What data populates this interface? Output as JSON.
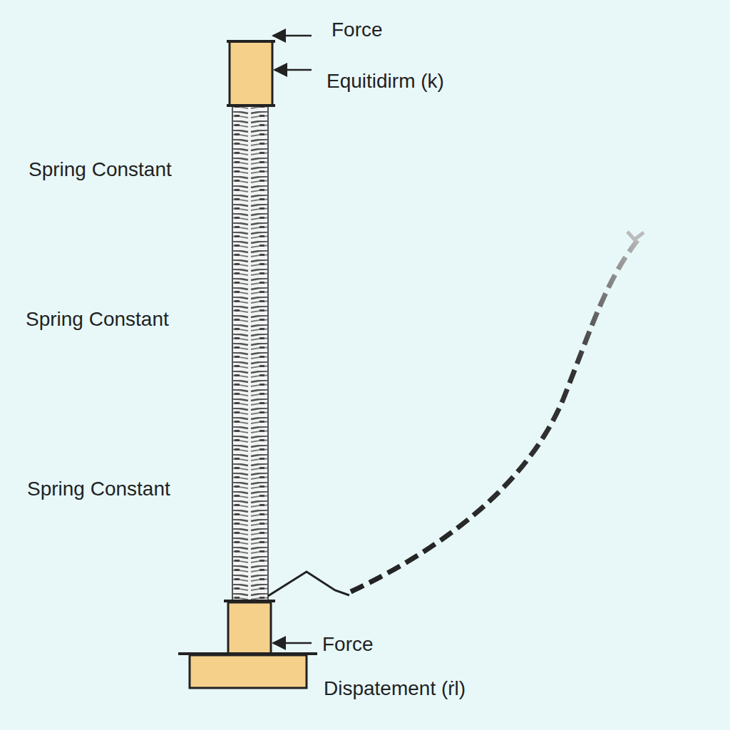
{
  "diagram": {
    "labels": [
      "Force",
      "Equitidirm (k)",
      "Spring Constant",
      "Spring Constant",
      "Spring Constant",
      "Force",
      "Dispatement (ṙl)"
    ]
  }
}
